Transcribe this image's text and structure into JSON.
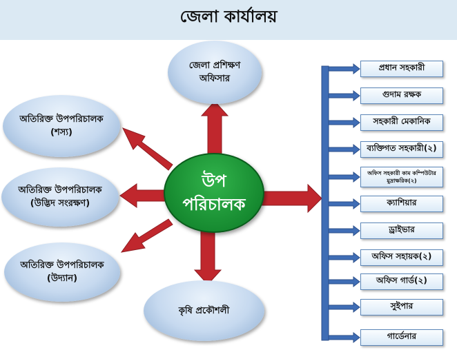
{
  "header": {
    "title": "জেলা কার্যালয়"
  },
  "center": {
    "line1": "উপ",
    "line2": "পরিচালক"
  },
  "bubbles": {
    "top": {
      "line1": "জেলা প্রশিক্ষণ",
      "line2": "অফিসার"
    },
    "left1": {
      "line1": "অতিরিক্ত উপপরিচালক",
      "line2": "(শস্য)"
    },
    "left2": {
      "line1": "অতিরিক্ত উপপরিচালক",
      "line2": "(উদ্ভিদ সংরক্ষণ)"
    },
    "left3": {
      "line1": "অতিরিক্ত উপপরিচালক",
      "line2": "(উদ্যান)"
    },
    "bottom": {
      "line1": "কৃষি প্রকৌশলী"
    }
  },
  "staff": [
    "প্রধান সহকারী",
    "গুদাম রক্ষক",
    "সহকারী মেকানিক",
    "ব্যক্তিগত সহকারী(২)",
    "অফিস সহকারী কাম কম্পিউটার মুদ্রাক্ষরিক(২)",
    "ক্যাশিয়ার",
    "ড্রাইভার",
    "অফিস সহায়ক(২)",
    "অফিস গার্ড(২)",
    "সুইপার",
    "গার্ডেনার"
  ],
  "colors": {
    "arrow": "#c0272d",
    "connector": "#3f6db5",
    "center": "#1a8f34",
    "header": "#dbe9f3"
  }
}
